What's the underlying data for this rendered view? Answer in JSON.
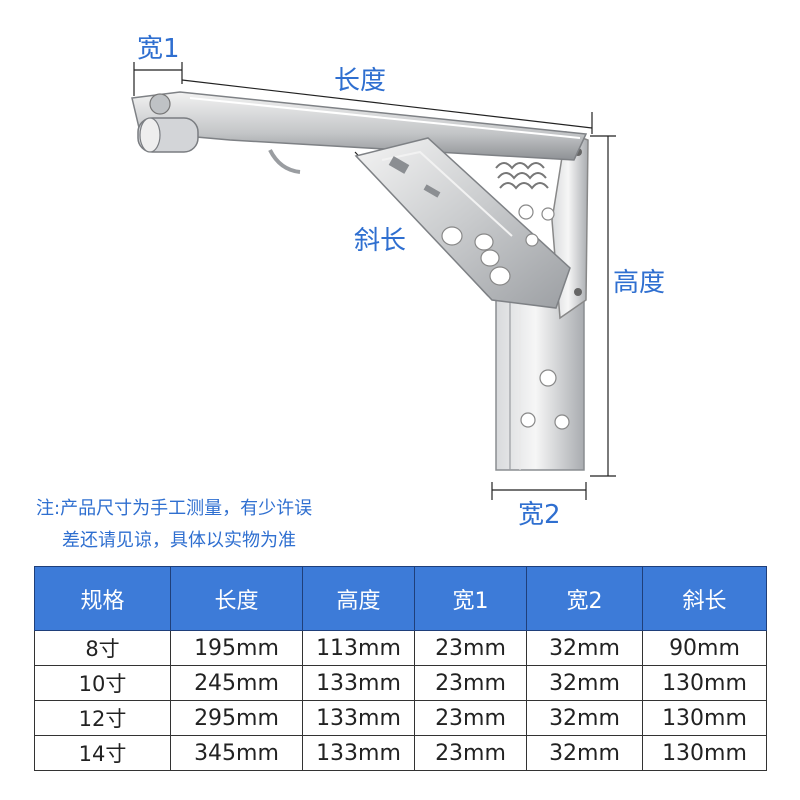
{
  "labels": {
    "width1": "宽1",
    "length": "长度",
    "diagonal": "斜长",
    "height": "高度",
    "width2": "宽2"
  },
  "note": {
    "line1": "注:产品尺寸为手工测量，有少许误",
    "line2": "差还请见谅，具体以实物为准"
  },
  "colors": {
    "accent": "#2f6fd0",
    "header_bg": "#3d7bd8",
    "header_text": "#ffffff"
  },
  "table": {
    "headers": [
      "规格",
      "长度",
      "高度",
      "宽1",
      "宽2",
      "斜长"
    ],
    "rows": [
      [
        "8寸",
        "195mm",
        "113mm",
        "23mm",
        "32mm",
        "90mm"
      ],
      [
        "10寸",
        "245mm",
        "133mm",
        "23mm",
        "32mm",
        "130mm"
      ],
      [
        "12寸",
        "295mm",
        "133mm",
        "23mm",
        "32mm",
        "130mm"
      ],
      [
        "14寸",
        "345mm",
        "133mm",
        "23mm",
        "32mm",
        "130mm"
      ]
    ]
  }
}
